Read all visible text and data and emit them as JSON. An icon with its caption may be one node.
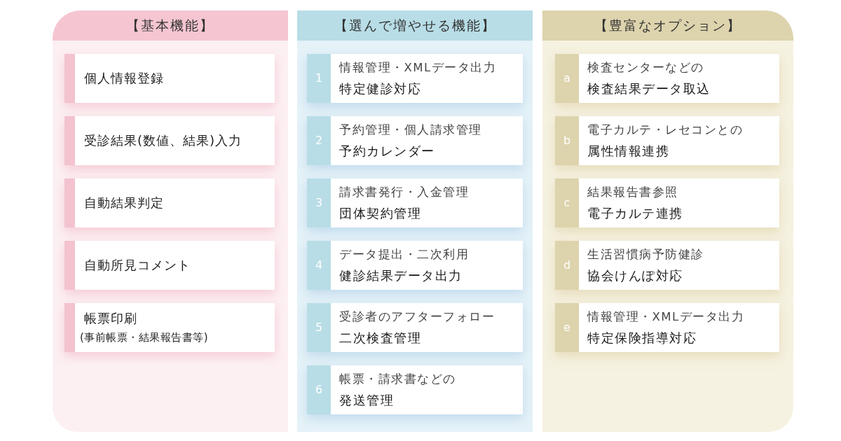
{
  "diagram": {
    "nodes": [
      {
        "text": [
          "【基本機能】"
        ]
      },
      {
        "text": [
          "個人情報登録"
        ],
        "in": 0
      },
      {
        "text": [
          "受診結果(数値、結果)入力"
        ],
        "in": 0
      },
      {
        "text": [
          "自動結果判定"
        ],
        "in": 0
      },
      {
        "text": [
          "自動所見コメント"
        ],
        "in": 0
      },
      {
        "text": [
          "帳票印刷",
          "(事前帳票・結果報告書等)"
        ],
        "in": 0
      },
      {
        "text": [
          "【選んで増やせる機能】"
        ]
      },
      {
        "text": [
          "1",
          "情報管理・XMLデータ出力",
          "特定健診対応"
        ],
        "in": 6
      },
      {
        "text": [
          "2",
          "予約管理・個人請求管理",
          "予約カレンダー"
        ],
        "in": 6
      },
      {
        "text": [
          "3",
          "請求書発行・入金管理",
          "団体契約管理"
        ],
        "in": 6
      },
      {
        "text": [
          "4",
          "データ提出・二次利用",
          "健診結果データ出力"
        ],
        "in": 6
      },
      {
        "text": [
          "5",
          "受診者のアフターフォロー",
          "二次検査管理"
        ],
        "in": 6
      },
      {
        "text": [
          "6",
          "帳票・請求書などの",
          "発送管理"
        ],
        "in": 6
      },
      {
        "text": [
          "【豊富なオプション】"
        ]
      },
      {
        "text": [
          "a",
          "検査センターなどの",
          "検査結果データ取込"
        ],
        "in": 13
      },
      {
        "text": [
          "b",
          "電子カルテ・レセコンとの",
          "属性情報連携"
        ],
        "in": 13
      },
      {
        "text": [
          "c",
          "結果報告書参照",
          "電子カルテ連携"
        ],
        "in": 13
      },
      {
        "text": [
          "d",
          "生活習慣病予防健診",
          "協会けんぽ対応"
        ],
        "in": 13
      },
      {
        "text": [
          "e",
          "情報管理・XMLデータ出力",
          "特定保険指導対応"
        ],
        "in": 13
      }
    ]
  }
}
